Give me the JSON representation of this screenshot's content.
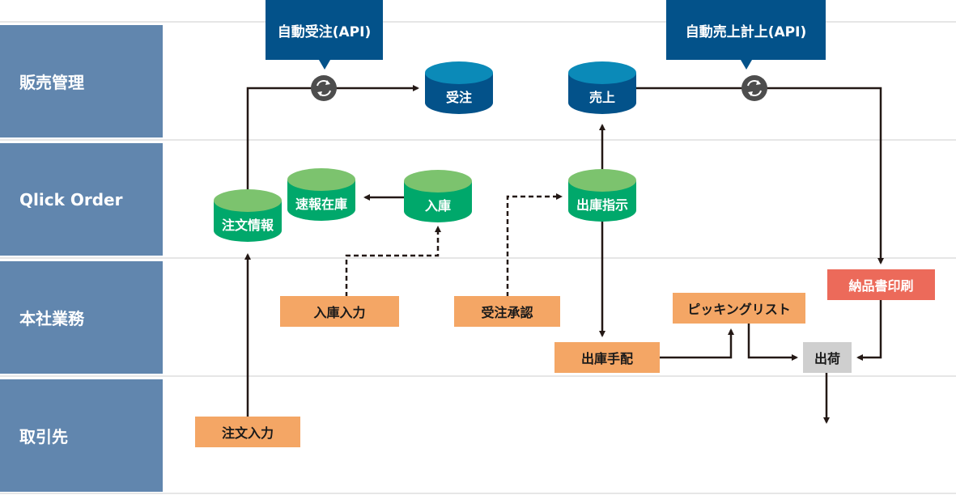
{
  "colors": {
    "lane_bg": "#6186ae",
    "api_callout": "#03528a",
    "db_blue_top": "#0b8ab8",
    "db_blue_body": "#03528a",
    "db_green_top": "#7cc36e",
    "db_green_body": "#00a86b",
    "task_orange": "#f4a665",
    "task_red": "#ec6a5a",
    "task_gray": "#cfcfcf",
    "sync_icon": "#4d4d4d",
    "line": "#231815"
  },
  "lanes": [
    {
      "label": "販売管理"
    },
    {
      "label": "Qlick Order"
    },
    {
      "label": "本社業務"
    },
    {
      "label": "取引先"
    }
  ],
  "api_callouts": [
    {
      "label": "自動受注(API)",
      "icon": "sync-icon"
    },
    {
      "label": "自動売上計上(API)",
      "icon": "sync-icon"
    }
  ],
  "databases": {
    "juchu": {
      "label": "受注",
      "lane": "販売管理",
      "style": "blue"
    },
    "uriage": {
      "label": "売上",
      "lane": "販売管理",
      "style": "blue"
    },
    "chumon_joho": {
      "label": "注文情報",
      "lane": "Qlick Order",
      "style": "green"
    },
    "sokuho_zaiko": {
      "label": "速報在庫",
      "lane": "Qlick Order",
      "style": "green"
    },
    "nyuko": {
      "label": "入庫",
      "lane": "Qlick Order",
      "style": "green"
    },
    "shukko_shiji": {
      "label": "出庫指示",
      "lane": "Qlick Order",
      "style": "green"
    }
  },
  "tasks": {
    "nyuko_nyuryoku": {
      "label": "入庫入力",
      "lane": "本社業務",
      "style": "orange"
    },
    "juchu_shonin": {
      "label": "受注承認",
      "lane": "本社業務",
      "style": "orange"
    },
    "shukko_tehai": {
      "label": "出庫手配",
      "lane": "本社業務",
      "style": "orange"
    },
    "picking_list": {
      "label": "ピッキングリスト",
      "lane": "本社業務",
      "style": "orange"
    },
    "nohinsho_insatsu": {
      "label": "納品書印刷",
      "lane": "本社業務",
      "style": "red"
    },
    "shukka": {
      "label": "出荷",
      "lane": "本社業務",
      "style": "gray"
    },
    "chumon_nyuryoku": {
      "label": "注文入力",
      "lane": "取引先",
      "style": "orange"
    }
  },
  "flows": [
    {
      "from": "注文入力",
      "to": "注文情報",
      "style": "solid"
    },
    {
      "from": "注文情報",
      "to": "受注",
      "style": "solid",
      "via": "自動受注(API)"
    },
    {
      "from": "入庫",
      "to": "速報在庫",
      "style": "solid"
    },
    {
      "from": "入庫入力",
      "to": "入庫",
      "style": "dotted"
    },
    {
      "from": "受注承認",
      "to": "出庫指示",
      "style": "dotted"
    },
    {
      "from": "出庫指示",
      "to": "売上",
      "style": "solid"
    },
    {
      "from": "出庫指示",
      "to": "出庫手配",
      "style": "solid"
    },
    {
      "from": "売上",
      "to": "納品書印刷",
      "style": "solid",
      "via": "自動売上計上(API)"
    },
    {
      "from": "出庫手配",
      "to": "ピッキングリスト",
      "style": "solid"
    },
    {
      "from": "ピッキングリスト",
      "to": "出荷",
      "style": "solid"
    },
    {
      "from": "納品書印刷",
      "to": "出荷",
      "style": "solid"
    },
    {
      "from": "出荷",
      "to": "",
      "style": "solid"
    }
  ]
}
